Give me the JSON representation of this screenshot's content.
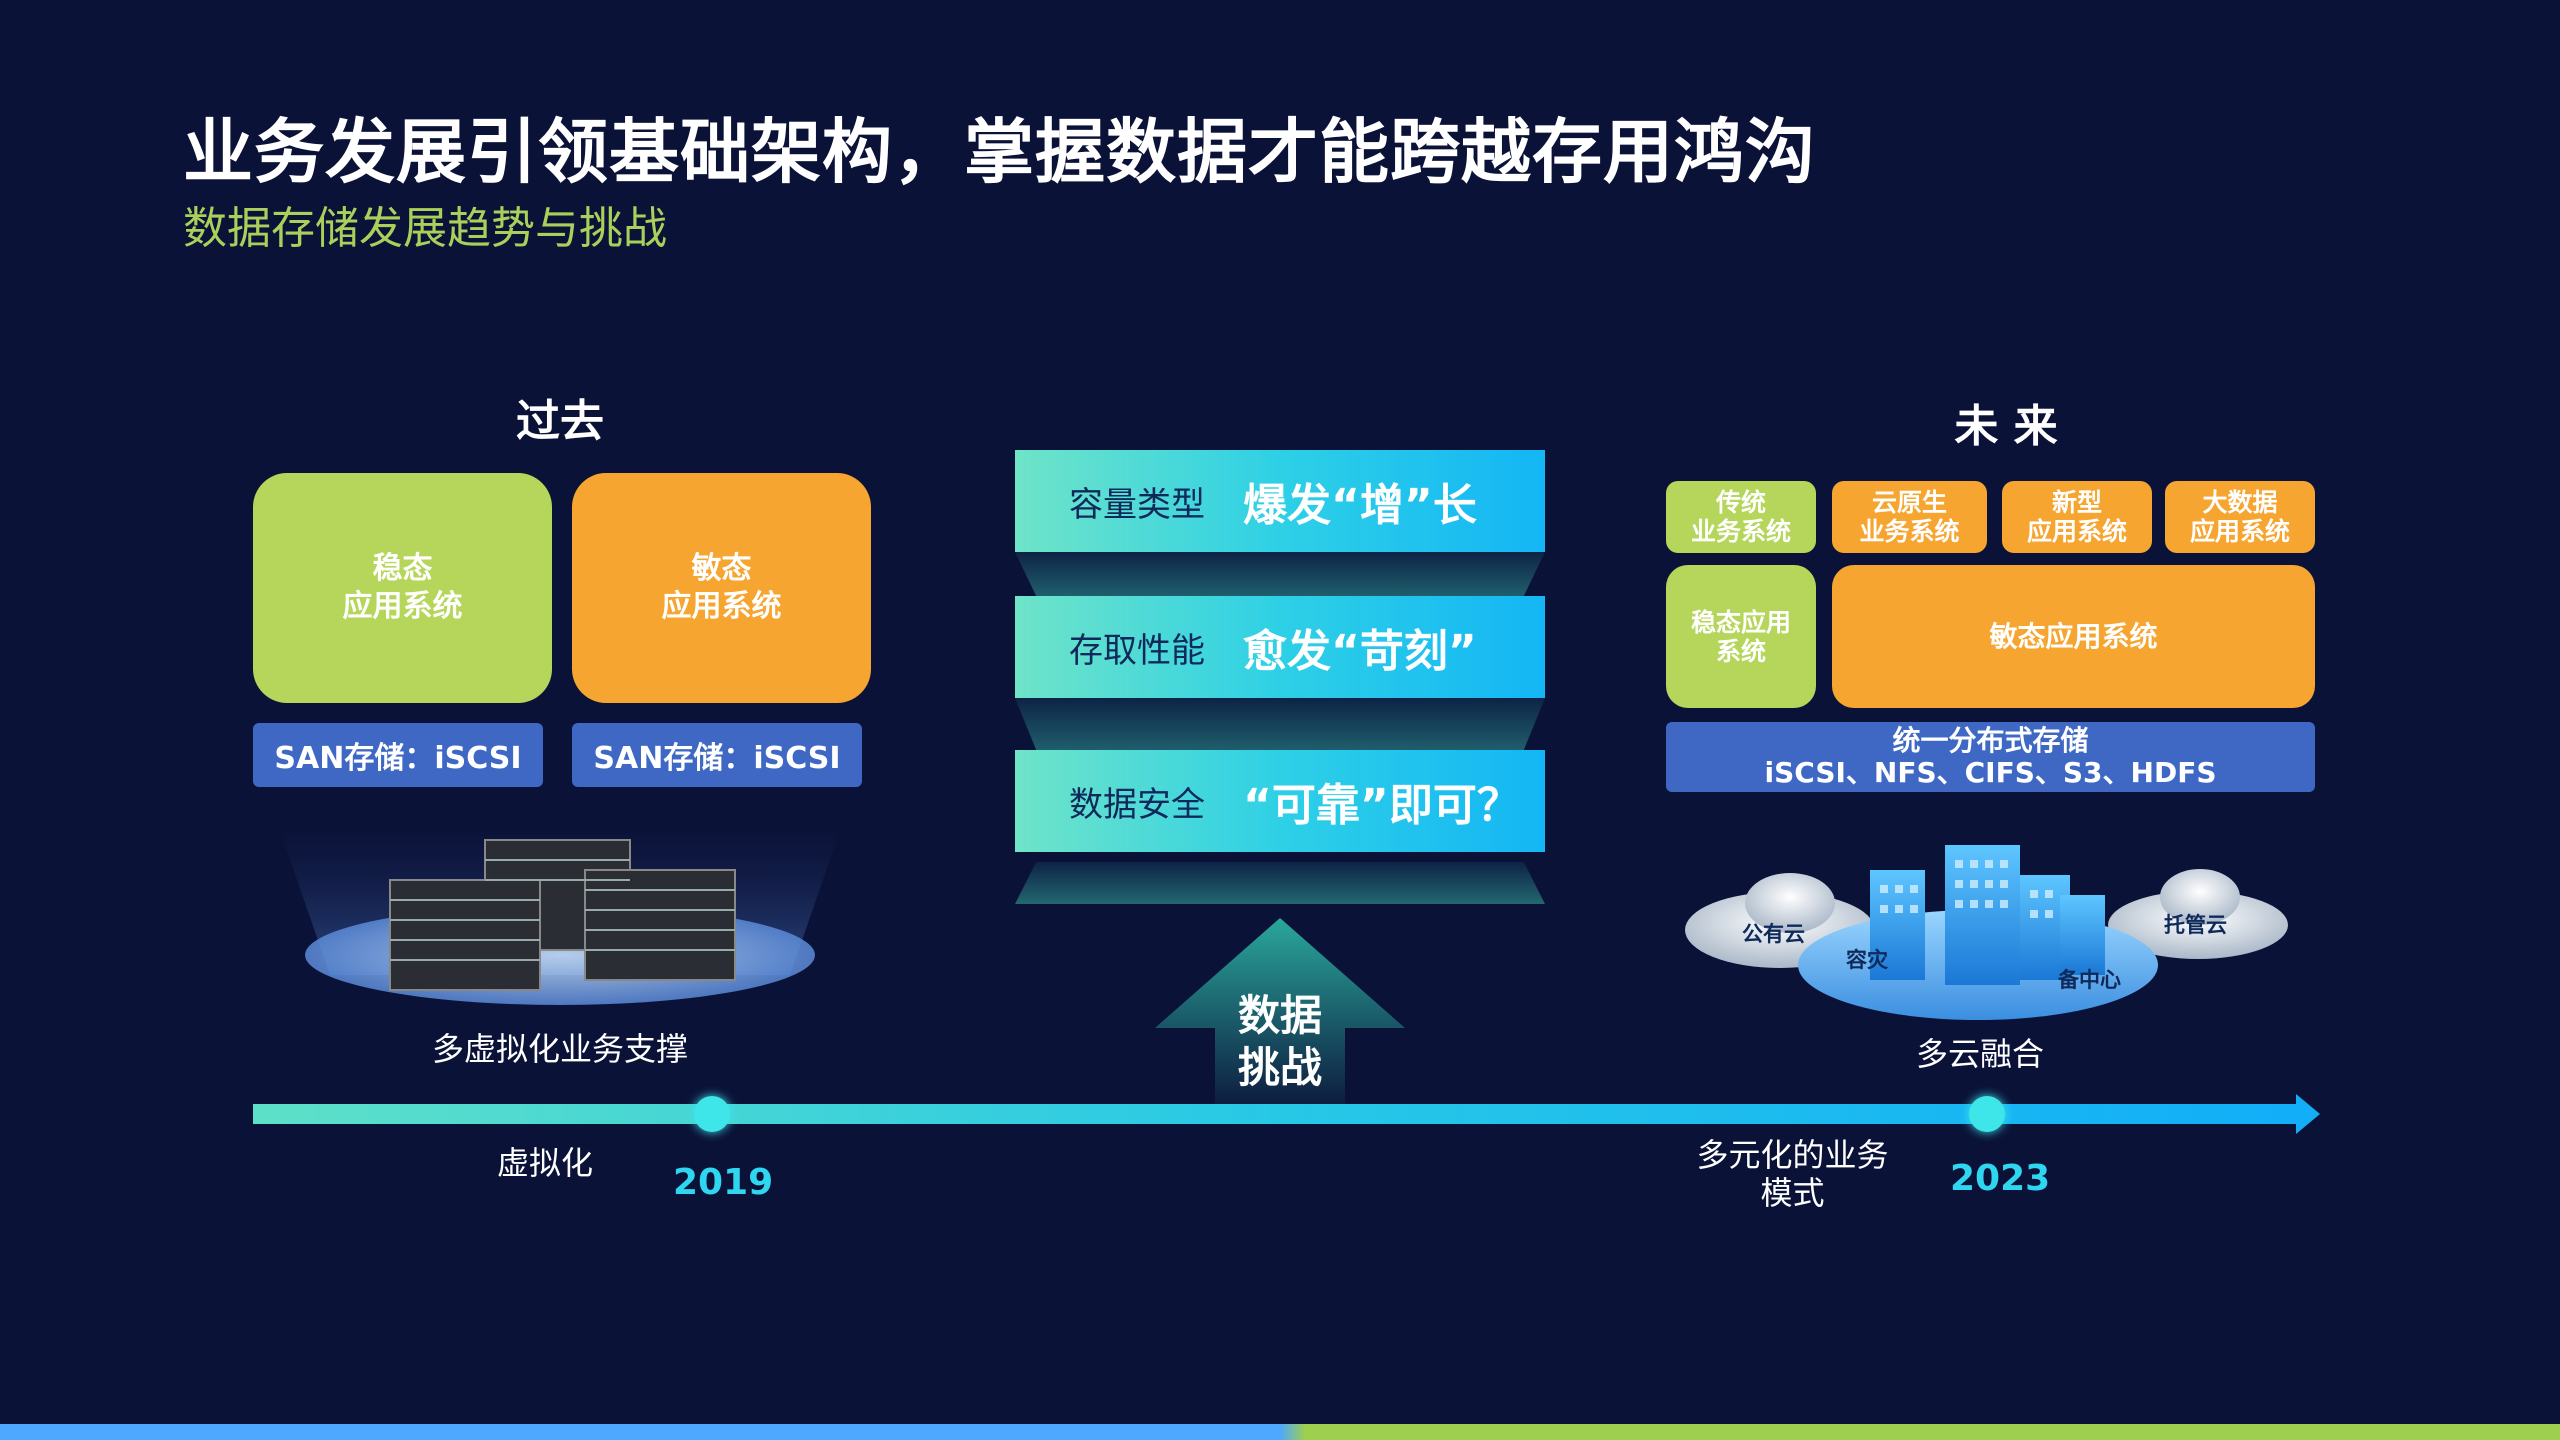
{
  "header": {
    "title": "业务发展引领基础架构，掌握数据才能跨越存用鸿沟",
    "subtitle": "数据存储发展趋势与挑战"
  },
  "past": {
    "heading": "过去",
    "boxes": [
      {
        "label": "稳态\n应用系统"
      },
      {
        "label": "敏态\n应用系统"
      }
    ],
    "san": [
      "SAN存储：iSCSI",
      "SAN存储：iSCSI"
    ],
    "caption": "多虚拟化业务支撑"
  },
  "challenges": {
    "rows": [
      {
        "label": "容量类型",
        "value": "爆发“增”长"
      },
      {
        "label": "存取性能",
        "value": "愈发“苛刻”"
      },
      {
        "label": "数据安全",
        "value": "“可靠”即可？"
      }
    ],
    "arrow_label": "数据\n挑战"
  },
  "future": {
    "heading": "未 来",
    "top_boxes": [
      "传统\n业务系统",
      "云原生\n业务系统",
      "新型\n应用系统",
      "大数据\n应用系统"
    ],
    "stable": "稳态应用\n系统",
    "agile": "敏态应用系统",
    "storage_title": "统一分布式存储",
    "storage_protocols": "iSCSI、NFS、CIFS、S3、HDFS",
    "clouds": {
      "public": "公有云",
      "dr": "容灾",
      "backup": "备中心",
      "hosted": "托管云"
    },
    "caption": "多云融合"
  },
  "timeline": {
    "left_label": "虚拟化",
    "left_year": "2019",
    "right_label": "多元化的业务\n模式",
    "right_year": "2023"
  },
  "colors": {
    "background": "#0b1238",
    "green": "#b5d65a",
    "orange": "#f7a531",
    "blue": "#3f68c5",
    "cyan": "#2fd6f0"
  }
}
